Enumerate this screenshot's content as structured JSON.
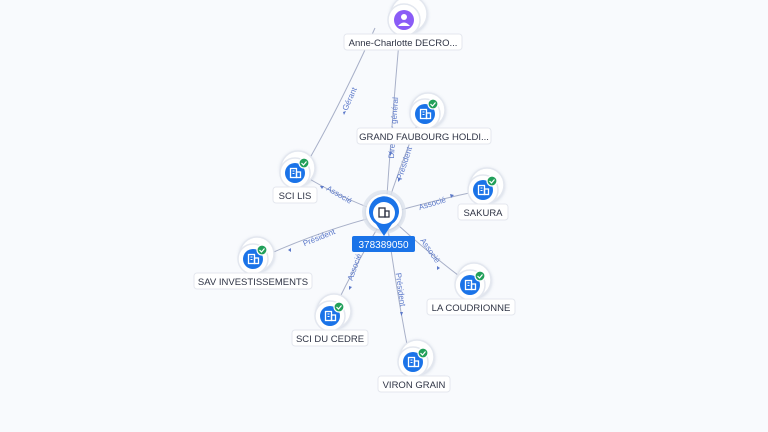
{
  "center": {
    "label": "378389050"
  },
  "people": [
    {
      "id": "anne",
      "label": "Anne-Charlotte DECRO..."
    }
  ],
  "companies": [
    {
      "id": "gfh",
      "label": "GRAND FAUBOURG HOLDI...",
      "verified": true
    },
    {
      "id": "scilis",
      "label": "SCI LIS",
      "verified": true
    },
    {
      "id": "sakura",
      "label": "SAKURA",
      "verified": true
    },
    {
      "id": "sav",
      "label": "SAV INVESTISSEMENTS",
      "verified": true
    },
    {
      "id": "coud",
      "label": "LA COUDRIONNE",
      "verified": true
    },
    {
      "id": "cedre",
      "label": "SCI DU CEDRE",
      "verified": true
    },
    {
      "id": "viron",
      "label": "VIRON GRAIN",
      "verified": true
    }
  ],
  "edges": [
    {
      "id": "anne-scilis",
      "label": "Gérant"
    },
    {
      "id": "anne-center",
      "label": "Directeur général"
    },
    {
      "id": "gfh-center",
      "label": "Président"
    },
    {
      "id": "scilis-center",
      "label": "Associé"
    },
    {
      "id": "sakura-center",
      "label": "Associé"
    },
    {
      "id": "sav-center",
      "label": "Président"
    },
    {
      "id": "coud-center",
      "label": "Associé"
    },
    {
      "id": "cedre-center",
      "label": "Associé"
    },
    {
      "id": "viron-center",
      "label": "Président"
    }
  ],
  "colors": {
    "company_node": "#1a73e8",
    "person_node": "#8a5cf6",
    "verified_badge": "#22a05a",
    "edge_label": "#5b78c9"
  },
  "icons": {
    "company": "building-icon",
    "person": "person-icon",
    "verified": "check-badge-icon"
  }
}
